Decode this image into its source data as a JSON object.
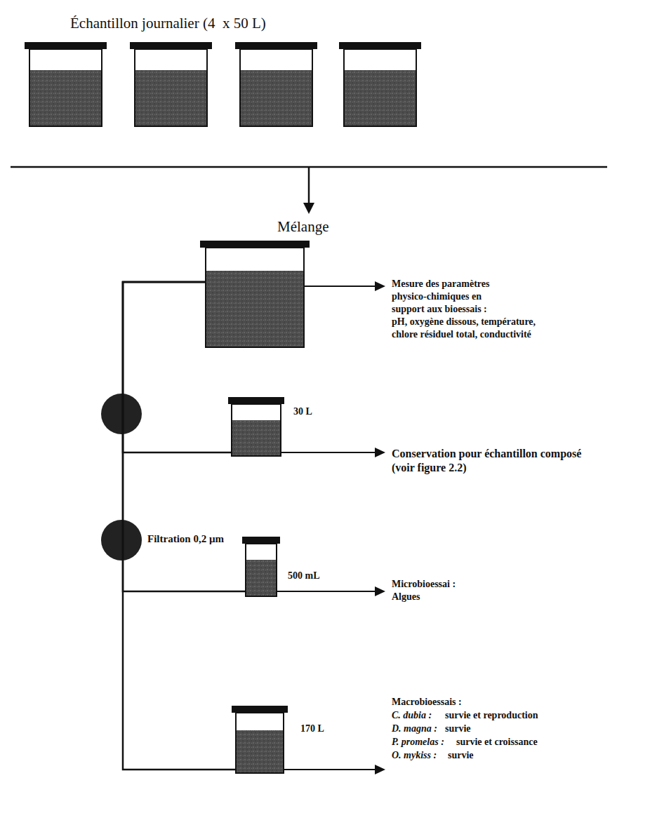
{
  "diagram": {
    "title": "Échantillon journalier (4  x 50 L)",
    "nodes": [
      {
        "text": [
          "Mélange"
        ]
      },
      {
        "text": [
          "30 L"
        ]
      },
      {
        "text": [
          "500 mL"
        ]
      },
      {
        "text": [
          "170 L"
        ]
      }
    ],
    "edges": [
      {
        "from": 0,
        "to": 1,
        "arrow": "none"
      },
      {
        "from": 0,
        "to": 2,
        "arrow": "none"
      },
      {
        "from": 0,
        "to": 3,
        "arrow": "none"
      }
    ],
    "labels": [
      "Mesure des paramètres",
      "physico-chimiques en",
      "support aux bioessais :",
      "pH, oxygène dissous, température,",
      "chlore résiduel total, conductivité",
      "Conservation pour échantillon composé",
      "(voir figure 2.2)",
      "Filtration 0,2 µm",
      "Microbioessai :",
      "Algues",
      "Macrobioessais :",
      "C. dubia :",
      "survie et reproduction",
      "D. magna :",
      "survie",
      "P. promelas :",
      "survie et croissance",
      "O. mykiss :",
      "survie"
    ]
  }
}
